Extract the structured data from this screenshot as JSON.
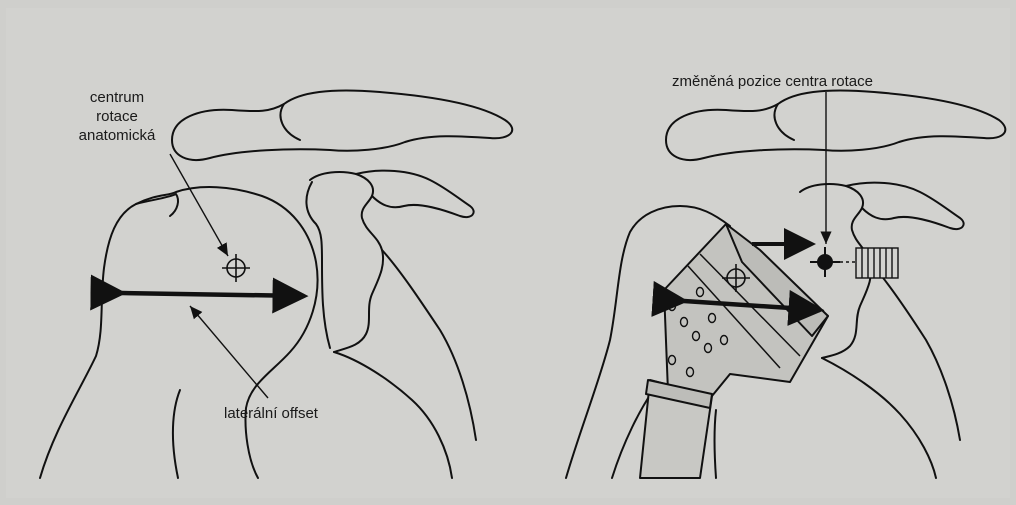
{
  "left_figure": {
    "rotation_center_label": [
      "centrum",
      "rotace",
      "anatomická"
    ],
    "offset_label": "laterální offset"
  },
  "right_figure": {
    "changed_center_label": "změněná pozice centra rotace"
  },
  "colors": {
    "paper": "#cfcfcc",
    "ink": "#111111",
    "implant_fill": "#c3c3bf"
  }
}
